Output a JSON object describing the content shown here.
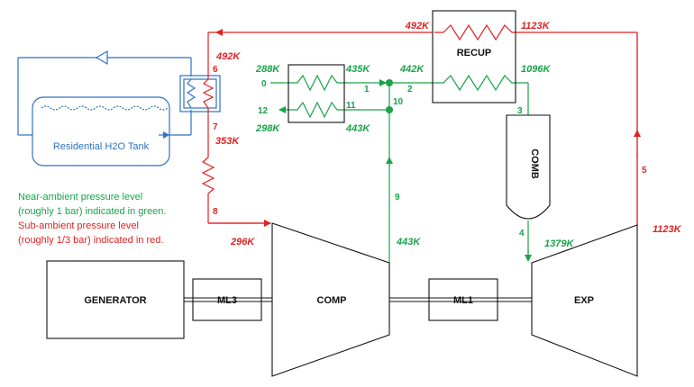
{
  "colors": {
    "green": "#1aa34a",
    "red": "#e02222",
    "blue": "#2f72c4",
    "black": "#111111"
  },
  "components": {
    "generator": "GENERATOR",
    "ml3": "ML3",
    "comp": "COMP",
    "ml1": "ML1",
    "exp": "EXP",
    "recup": "RECUP",
    "comb": "COMB",
    "tank": "Residential H2O Tank"
  },
  "temps": {
    "t492_top": "492K",
    "t1123_top": "1123K",
    "t492_left": "492K",
    "t288": "288K",
    "t435": "435K",
    "t442": "442K",
    "t1096": "1096K",
    "t298": "298K",
    "t443_a": "443K",
    "t353": "353K",
    "t296": "296K",
    "t443_b": "443K",
    "t1379": "1379K",
    "t1123_right": "1123K"
  },
  "nodes": {
    "n0": "0",
    "n1": "1",
    "n2": "2",
    "n3": "3",
    "n4": "4",
    "n5": "5",
    "n6": "6",
    "n7": "7",
    "n8": "8",
    "n9": "9",
    "n10": "10",
    "n11": "11",
    "n12": "12"
  },
  "legend": {
    "green_1": "Near-ambient pressure level",
    "green_2": "(roughly 1 bar) indicated in green.",
    "red_1": "Sub-ambient pressure level",
    "red_2": "(roughly 1/3 bar) indicated in red."
  }
}
